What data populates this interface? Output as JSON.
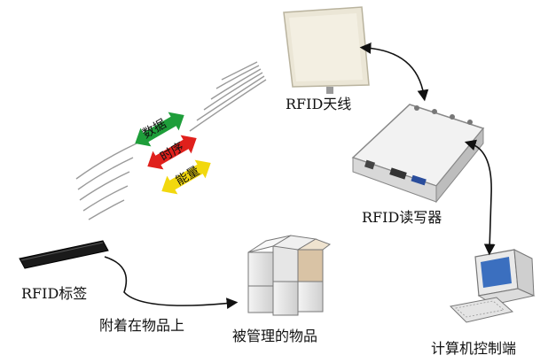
{
  "labels": {
    "antenna": "RFID天线",
    "reader": "RFID读写器",
    "tag": "RFID标签",
    "attached": "附着在物品上",
    "goods": "被管理的物品",
    "computer": "计算机控制端"
  },
  "arrows": {
    "data": "数据",
    "timing": "时序",
    "energy": "能量"
  },
  "colors": {
    "data_arrow": "#1e9e3a",
    "timing_arrow": "#e0201c",
    "energy_arrow": "#f2d80e"
  }
}
